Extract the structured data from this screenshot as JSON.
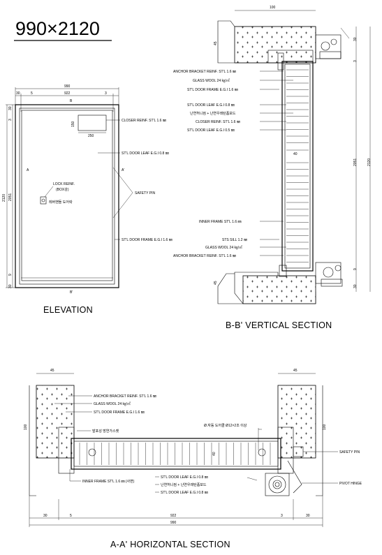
{
  "title": "990×2120",
  "captions": {
    "elevation": "ELEVATION",
    "vertical": "B-B' VERTICAL SECTION",
    "horizontal": "A-A' HORIZONTAL SECTION"
  },
  "elevation": {
    "dims_top": [
      "990",
      "30",
      "5",
      "922",
      "3"
    ],
    "dims_left": [
      "2120",
      "2051",
      "30",
      "3",
      "9",
      "30"
    ],
    "dims_window": [
      "150",
      "250"
    ],
    "marks": [
      "B",
      "A'",
      "A",
      "B'"
    ],
    "labels": {
      "closer": "CLOSER REINF. ST'L 1.6 ㎜",
      "leaf": "ST'L DOOR LEAF E.G.I 0.8 ㎜",
      "lock": "LOCK REINF.",
      "lock2": "(BOX강)",
      "safety": "SAFETY PIN",
      "lever": "레버핸들 도어락",
      "frame": "ST'L DOOR FRAME E.G.I 1.6 ㎜"
    }
  },
  "vertical": {
    "dims": [
      "100",
      "45",
      "30",
      "3",
      "2051",
      "2120",
      "45",
      "9",
      "30",
      "40"
    ],
    "labels_top": [
      "ANCHOR BRACKET REINF. ST'L 1.6 ㎜",
      "GLASS WOOL 24 ㎏/㎥",
      "ST'L DOOR FRAME E.G.I 1.6 ㎜",
      "ST'L DOOR LEAF E.G.I 0.8 ㎜",
      "난연허니컴 + 난연우레탄폼보드",
      "CLOSER REINF. ST'L 1.6 ㎜",
      "ST'L DOOR LEAF E.G.I 0.5 ㎜"
    ],
    "labels_bottom": [
      "INNER FRAME ST'L 1.6 ㎜",
      "STS SILL 1.2 ㎜",
      "GLASS WOOL 24 ㎏/㎥",
      "ANCHOR BRACKET REINF. ST'L 1.6 ㎜"
    ]
  },
  "horizontal": {
    "dims_top": [
      "45",
      "45"
    ],
    "dims_left": [
      "100"
    ],
    "dims_bottom": [
      "30",
      "5",
      "922",
      "3",
      "30",
      "990"
    ],
    "dim_mid": "40",
    "labels_left": [
      "ANCHOR BRACKET REINF. ST'L 1.6 ㎜",
      "GLASS WOOL 24 ㎏/㎥",
      "ST'L DOOR FRAME E.G.I 1.6 ㎜"
    ],
    "gasket": "발포성 방연가스켓",
    "hole": "Ø.자동 도어클 Ø12×2조 이상",
    "labels_mid": [
      "ST'L DOOR LEAF E.G.I 0.8 ㎜",
      "난연허니컴 + 난연우레탄폼보드",
      "ST'L DOOR LEAF E.G.I 0.8 ㎜"
    ],
    "inner_frame": "INNER FRAME ST'L 1.6 ㎜ (사면)",
    "safety": "SAFETY PIN",
    "pivot": "PIVOT HINGE"
  }
}
